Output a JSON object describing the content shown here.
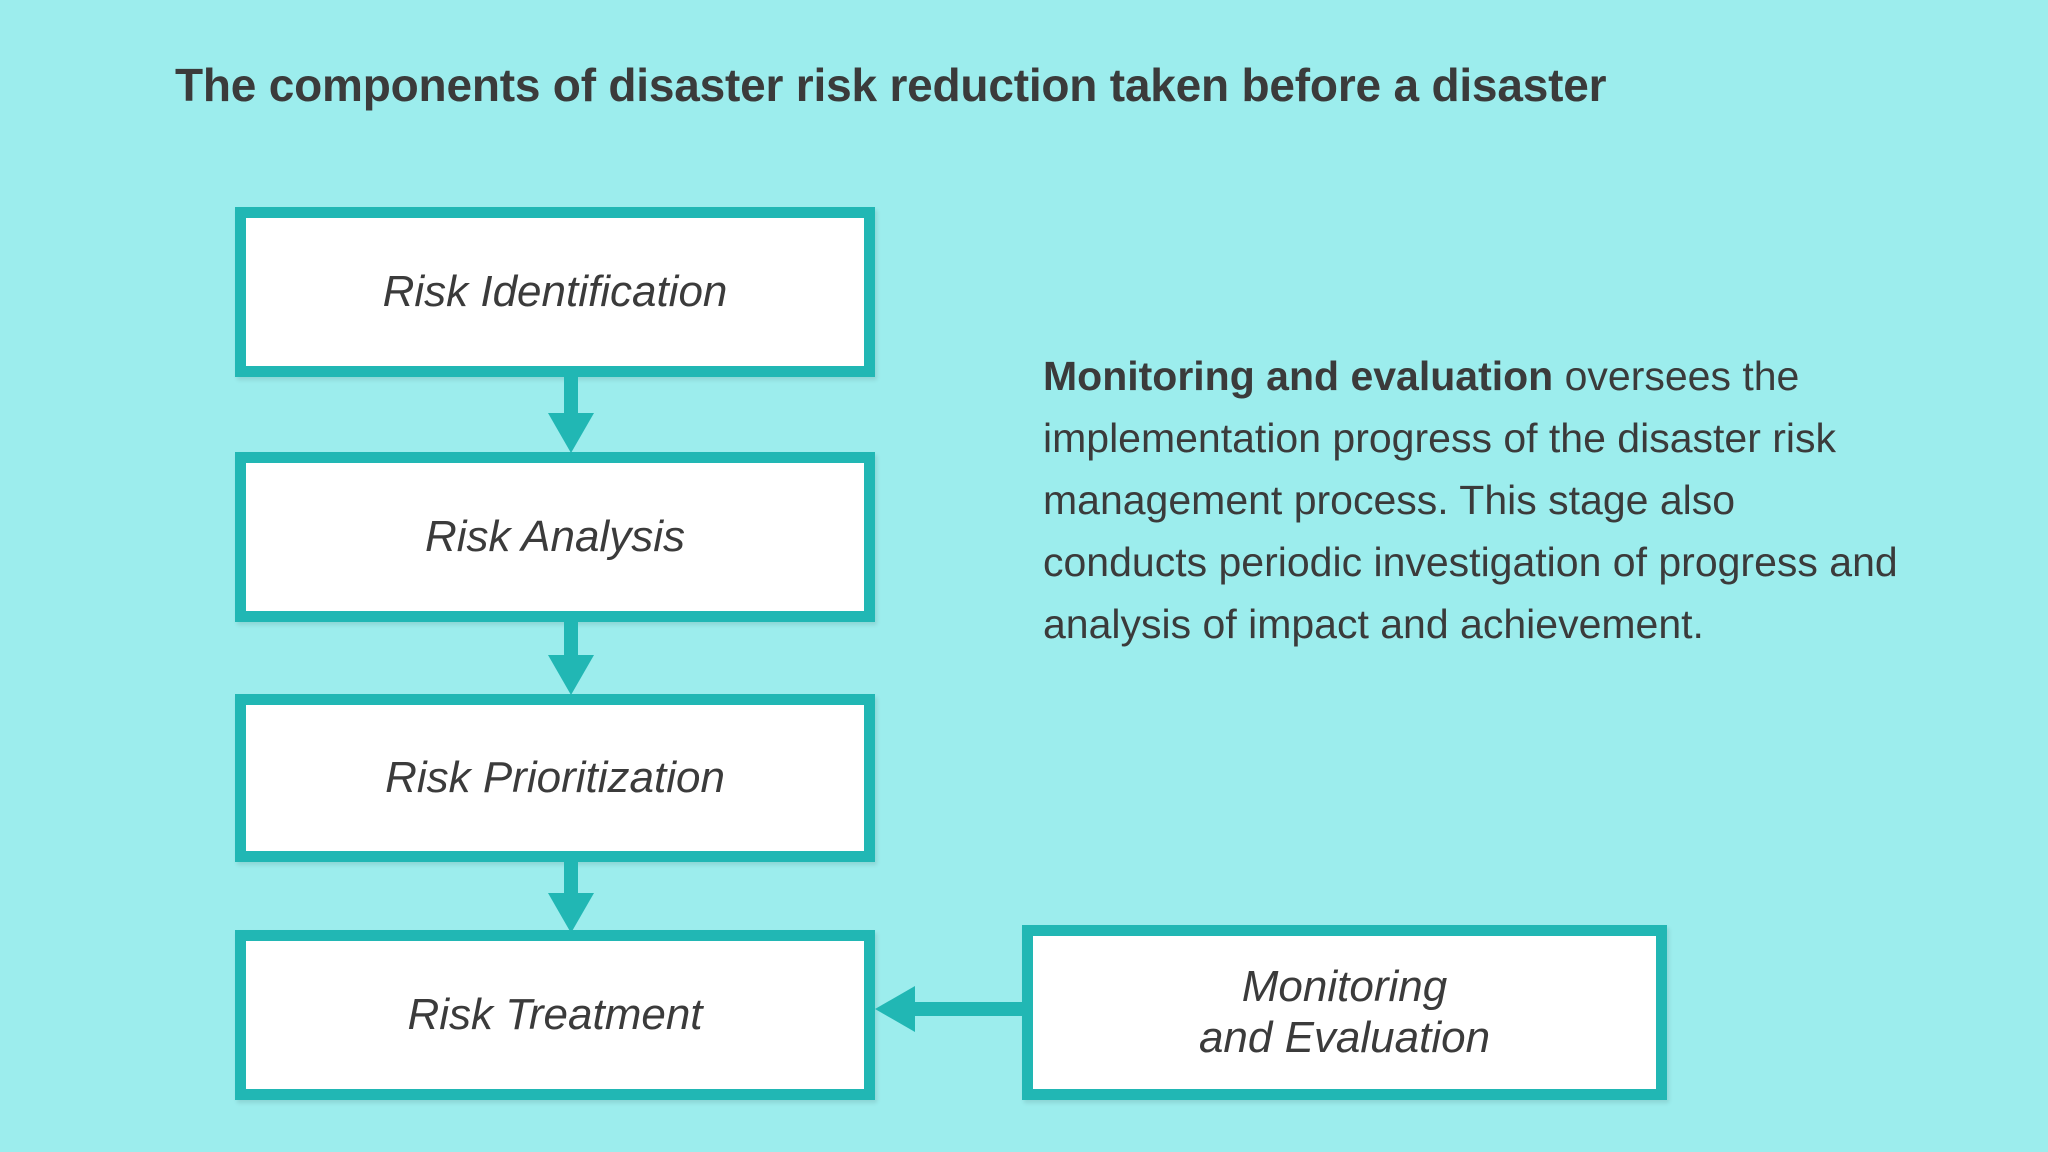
{
  "page": {
    "title": "The components of disaster risk reduction taken before a disaster",
    "background_color": "#9CEDED",
    "accent_color": "#21B7B4",
    "text_color": "#3B3B3B",
    "box_fill_color": "#FFFFFF"
  },
  "flow": {
    "boxes": [
      {
        "id": "risk-identification",
        "label": "Risk Identification"
      },
      {
        "id": "risk-analysis",
        "label": "Risk Analysis"
      },
      {
        "id": "risk-prioritization",
        "label": "Risk Prioritization"
      },
      {
        "id": "risk-treatment",
        "label": "Risk Treatment"
      },
      {
        "id": "monitoring-evaluation",
        "label": "Monitoring\nand Evaluation"
      }
    ],
    "arrows": [
      {
        "id": "id-to-analysis",
        "direction": "down",
        "from": "risk-identification",
        "to": "risk-analysis"
      },
      {
        "id": "analysis-to-prioritization",
        "direction": "down",
        "from": "risk-analysis",
        "to": "risk-prioritization"
      },
      {
        "id": "prioritization-to-treatment",
        "direction": "down",
        "from": "risk-prioritization",
        "to": "risk-treatment"
      },
      {
        "id": "monitoring-to-treatment",
        "direction": "left",
        "from": "monitoring-evaluation",
        "to": "risk-treatment"
      }
    ]
  },
  "description": {
    "lead": "Monitoring and evaluation",
    "body": " oversees the implementation progress of the disaster risk management process. This stage also conducts periodic investigation of progress and analysis of impact and achievement."
  }
}
